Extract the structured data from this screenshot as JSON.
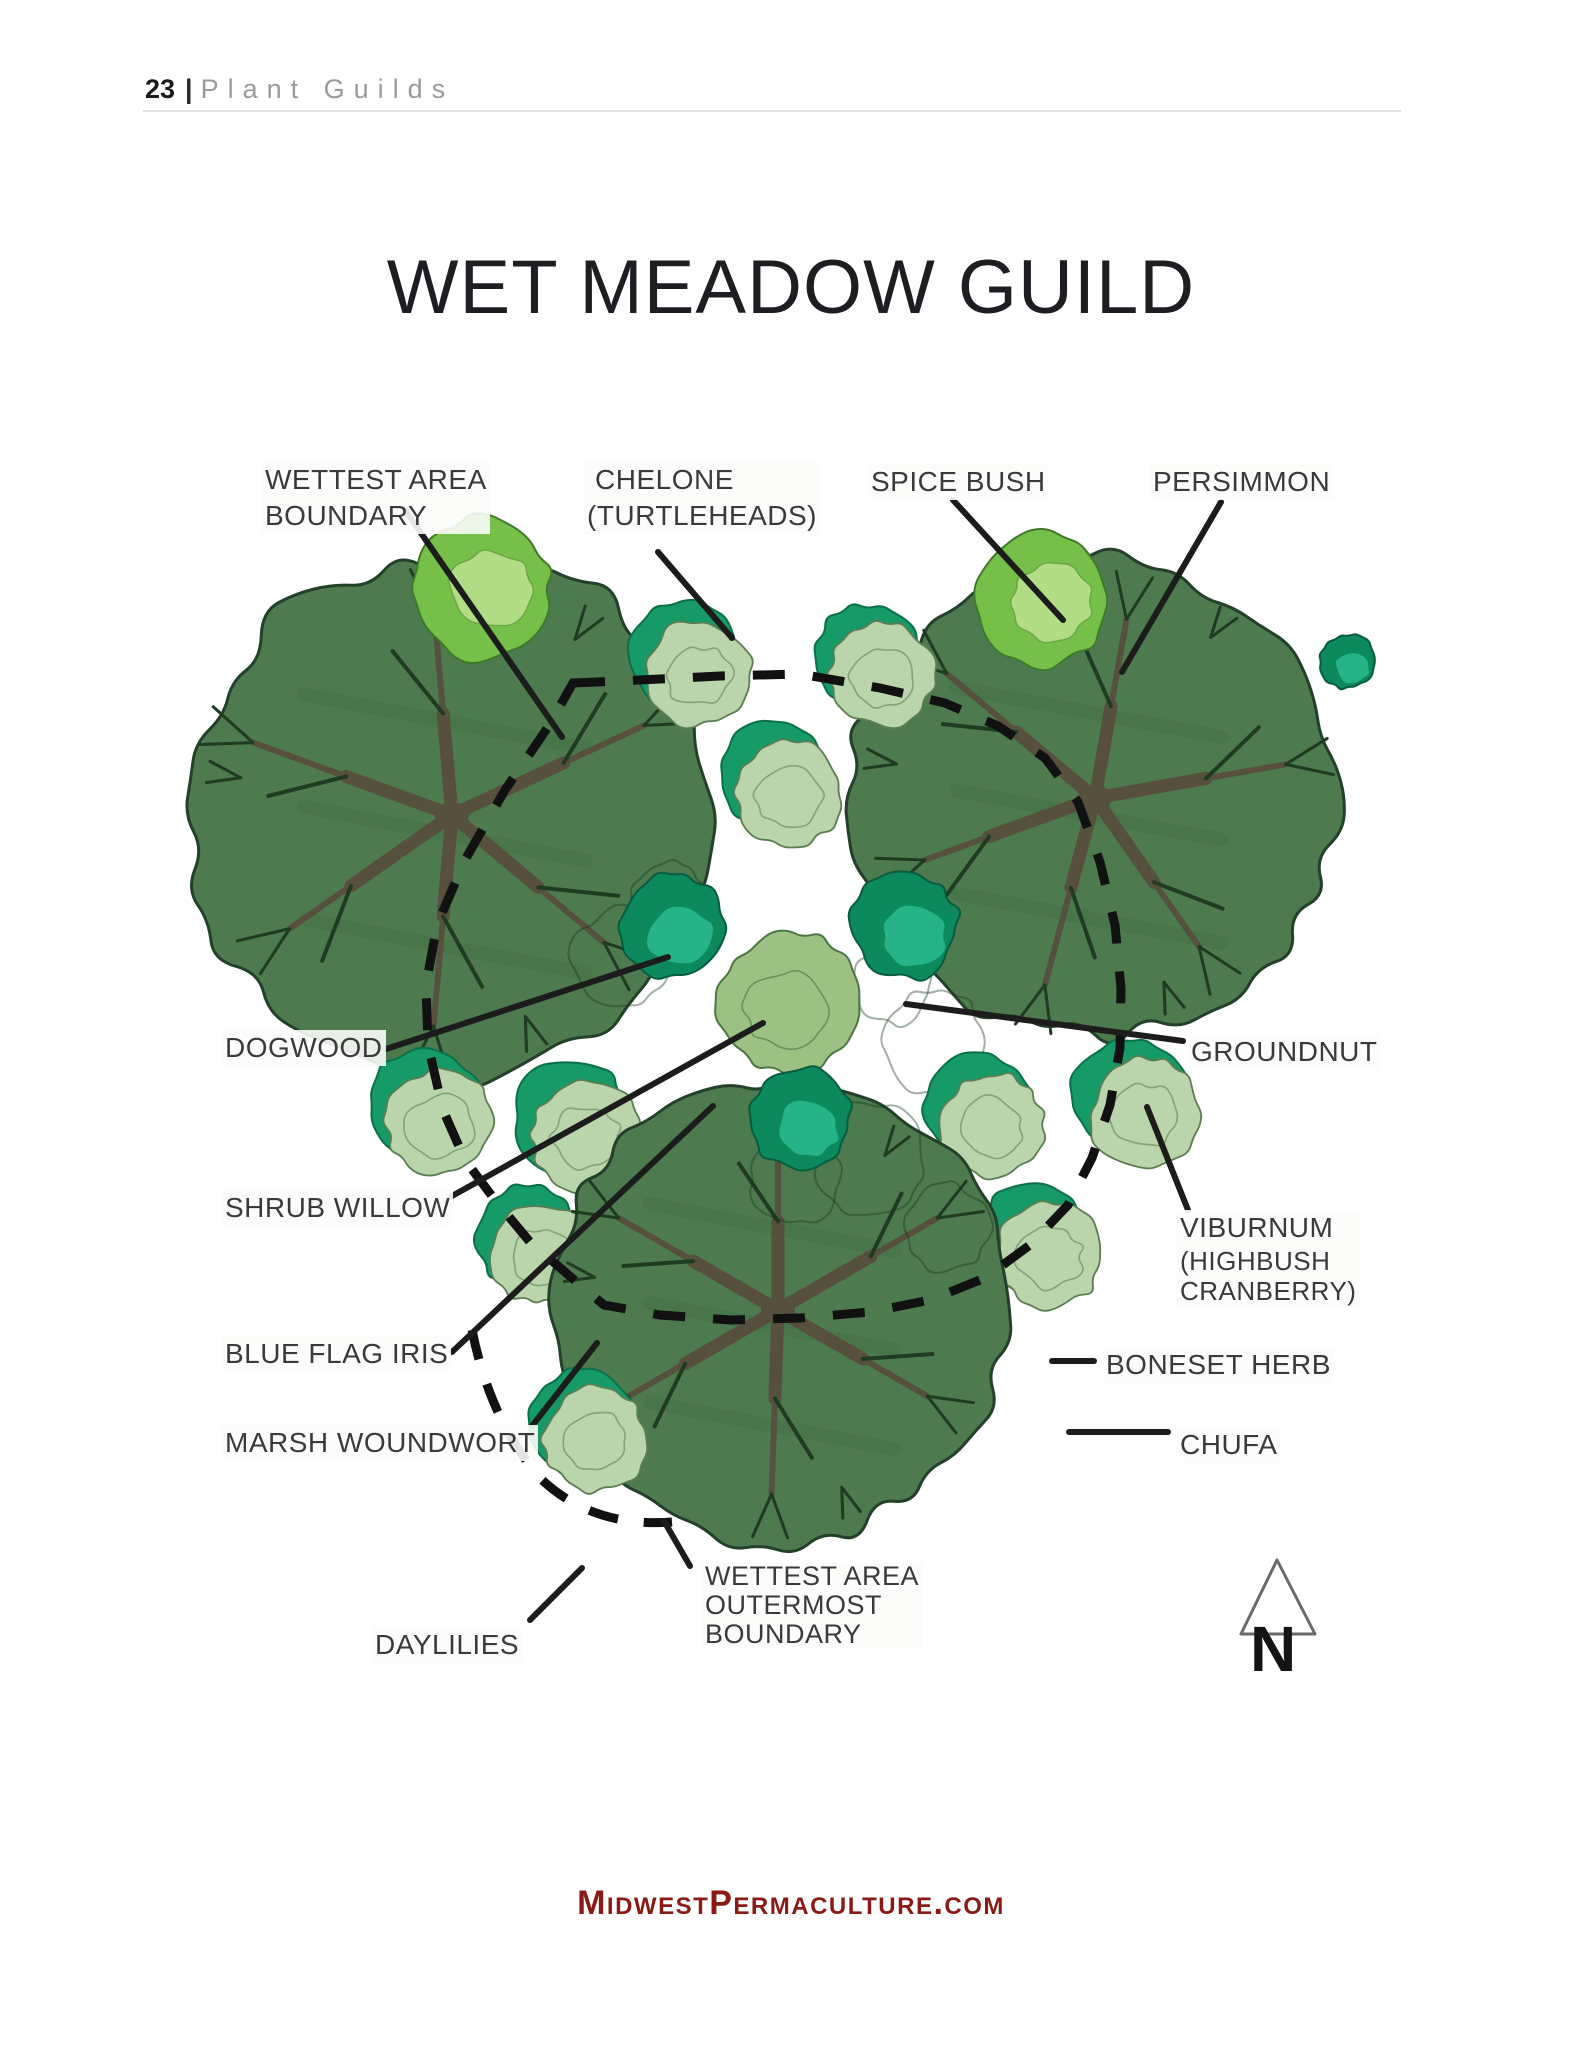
{
  "header": {
    "page_number": "23",
    "separator": "|",
    "section": "Plant Guilds"
  },
  "title": "WET MEADOW GUILD",
  "labels": {
    "wettest_area_boundary": {
      "line1": "WETTEST AREA",
      "line2": "BOUNDARY"
    },
    "chelone": {
      "line1": "CHELONE",
      "line2": "(TURTLEHEADS)"
    },
    "spice_bush": "SPICE BUSH",
    "persimmon": "PERSIMMON",
    "dogwood": "DOGWOOD",
    "groundnut": "GROUNDNUT",
    "shrub_willow": "SHRUB WILLOW",
    "viburnum": {
      "line1": "VIBURNUM",
      "line2": "(HIGHBUSH",
      "line3": "CRANBERRY)"
    },
    "blue_flag_iris": "BLUE FLAG IRIS",
    "boneset_herb": "BONESET HERB",
    "marsh_woundwort": "MARSH WOUNDWORT",
    "chufa": "CHUFA",
    "daylilies": "DAYLILIES",
    "wettest_area_outermost": {
      "line1": "WETTEST AREA",
      "line2": "OUTERMOST",
      "line3": "BOUNDARY"
    }
  },
  "compass": {
    "north_label": "N"
  },
  "footer": {
    "website": "MidwestPermaculture.com"
  },
  "colors": {
    "canopy": "#4e7a4f",
    "canopy_edge": "#24402a",
    "branch": "#57503e",
    "twig": "#1f3b22",
    "shrub_light": "#bad4ac",
    "shrub_light_edge": "#5c7d54",
    "shrub_teal": "#169a68",
    "shrub_teal_dark": "#0a7049",
    "shrub_bright": "#76c04a",
    "shrub_bright_light": "#b3dc86",
    "shrub_medium": "#9cc183",
    "dash": "#111111",
    "leader": "#1c1c1c",
    "maroon": "#8b1a15"
  }
}
